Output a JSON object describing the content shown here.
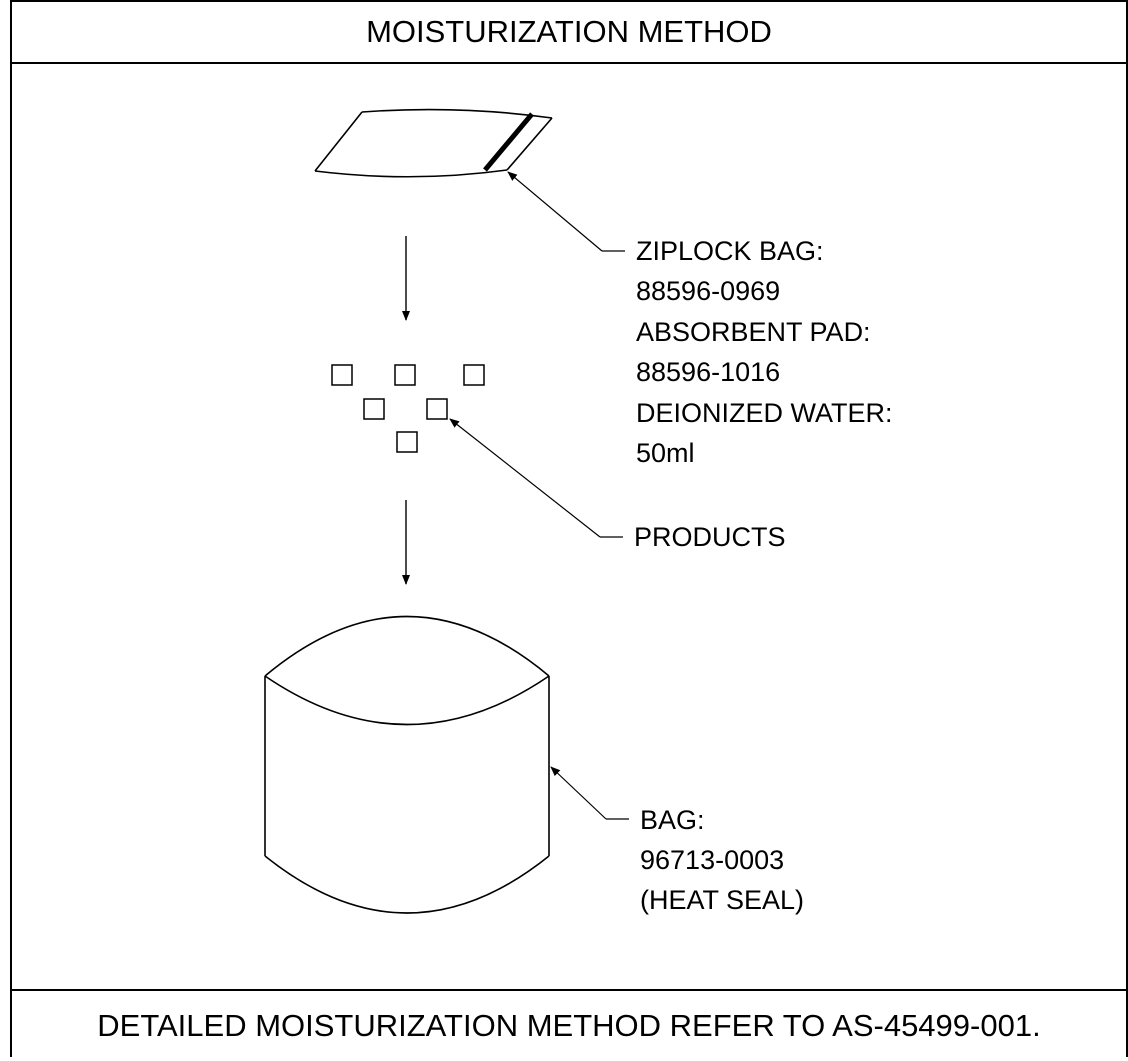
{
  "title": "MOISTURIZATION METHOD",
  "labels": {
    "ziplock_bag": [
      "ZIPLOCK BAG:",
      "88596-0969",
      "ABSORBENT PAD:",
      "88596-1016",
      "DEIONIZED WATER:",
      "50ml"
    ],
    "products": "PRODUCTS",
    "bag": [
      "BAG:",
      "96713-0003",
      "(HEAT SEAL)"
    ]
  },
  "footer_note": "DETAILED MOISTURIZATION METHOD REFER TO AS-45499-001."
}
